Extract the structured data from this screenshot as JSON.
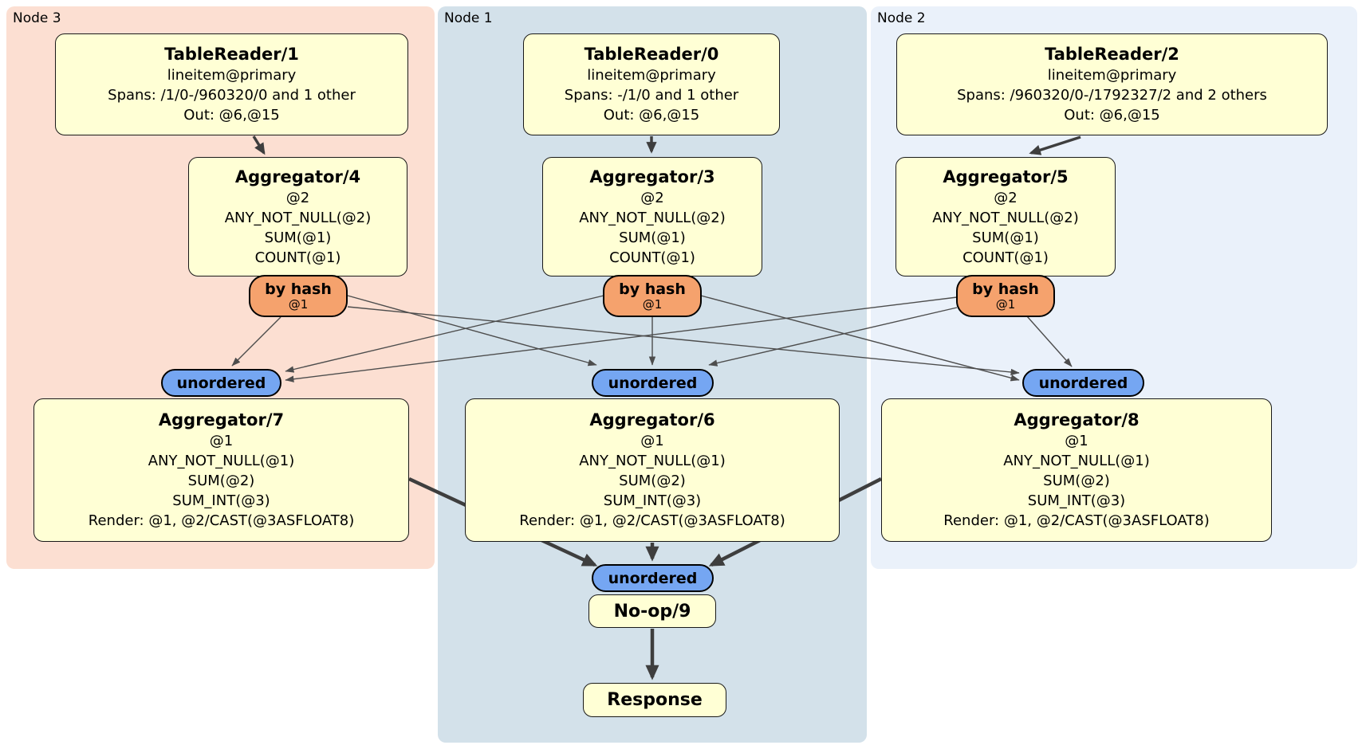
{
  "regions": [
    {
      "label": "Node 3",
      "color": "#fcdfd2"
    },
    {
      "label": "Node 1",
      "color": "#d3e1ea"
    },
    {
      "label": "Node 2",
      "color": "#eaf1fa"
    }
  ],
  "boxes": {
    "tr1": {
      "title": "TableReader/1",
      "lines": [
        "lineitem@primary",
        "Spans: /1/0-/960320/0 and 1 other",
        "Out: @6,@15"
      ]
    },
    "tr0": {
      "title": "TableReader/0",
      "lines": [
        "lineitem@primary",
        "Spans: -/1/0 and 1 other",
        "Out: @6,@15"
      ]
    },
    "tr2": {
      "title": "TableReader/2",
      "lines": [
        "lineitem@primary",
        "Spans: /960320/0-/1792327/2 and 2 others",
        "Out: @6,@15"
      ]
    },
    "agg4": {
      "title": "Aggregator/4",
      "lines": [
        "@2",
        "ANY_NOT_NULL(@2)",
        "SUM(@1)",
        "COUNT(@1)"
      ]
    },
    "agg3": {
      "title": "Aggregator/3",
      "lines": [
        "@2",
        "ANY_NOT_NULL(@2)",
        "SUM(@1)",
        "COUNT(@1)"
      ]
    },
    "agg5": {
      "title": "Aggregator/5",
      "lines": [
        "@2",
        "ANY_NOT_NULL(@2)",
        "SUM(@1)",
        "COUNT(@1)"
      ]
    },
    "agg7": {
      "title": "Aggregator/7",
      "lines": [
        "@1",
        "ANY_NOT_NULL(@1)",
        "SUM(@2)",
        "SUM_INT(@3)",
        "Render: @1, @2/CAST(@3ASFLOAT8)"
      ]
    },
    "agg6": {
      "title": "Aggregator/6",
      "lines": [
        "@1",
        "ANY_NOT_NULL(@1)",
        "SUM(@2)",
        "SUM_INT(@3)",
        "Render: @1, @2/CAST(@3ASFLOAT8)"
      ]
    },
    "agg8": {
      "title": "Aggregator/8",
      "lines": [
        "@1",
        "ANY_NOT_NULL(@1)",
        "SUM(@2)",
        "SUM_INT(@3)",
        "Render: @1, @2/CAST(@3ASFLOAT8)"
      ]
    },
    "noop": {
      "title": "No-op/9"
    },
    "response": {
      "title": "Response"
    }
  },
  "router": {
    "label": "by hash",
    "detail": "@1"
  },
  "sync": {
    "label": "unordered"
  },
  "colors": {
    "processor_fill": "#ffffd5",
    "router_fill": "#f5a26d",
    "sync_fill": "#75a6f2",
    "edge_thin": "#4d4d4d",
    "edge_thick": "#3e3e3e"
  }
}
